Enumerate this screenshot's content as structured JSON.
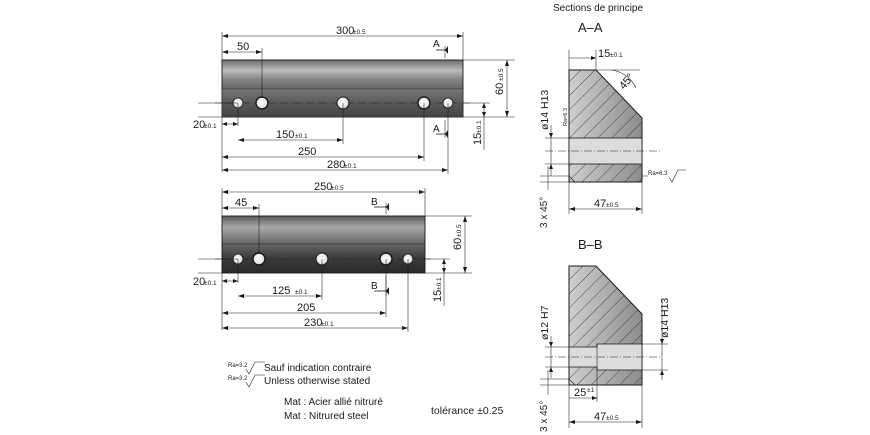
{
  "header": {
    "sections_title": "Sections de principe",
    "section_aa": "A–A",
    "section_bb": "B–B"
  },
  "top_view": {
    "len_300": "300",
    "tol_300": "±0.5",
    "dim_50": "50",
    "dim_60": "60",
    "tol_60": "±0.5",
    "dim_20": "20",
    "tol_20": "±0.1",
    "dim_150": "150",
    "tol_150": "±0.1",
    "dim_250": "250",
    "dim_280": "280",
    "tol_280": "±0.1",
    "dim_15": "15",
    "tol_15": "±0.1",
    "cut_a": "A"
  },
  "bottom_view": {
    "len_250": "250",
    "tol_250": "±0.5",
    "dim_45": "45",
    "dim_60": "60",
    "tol_60": "±0.5",
    "dim_20": "20",
    "tol_20": "±0.1",
    "dim_125": "125",
    "tol_125": "±0.1",
    "dim_205": "205",
    "dim_230": "230",
    "tol_230": "±0.1",
    "dim_15": "15",
    "tol_15": "±0.1",
    "cut_b": "B"
  },
  "section_aa_dims": {
    "d15": "15",
    "t15": "±0.1",
    "angle": "45°",
    "bore": "ø14 H13",
    "ra_small": "Ra=6.3",
    "ra_right": "Ra=6.3",
    "d47": "47",
    "t47": "±0.5",
    "chamfer": "3 x 45°"
  },
  "section_bb_dims": {
    "bore_left": "ø12 H7",
    "bore_right": "ø14 H13",
    "d25": "25",
    "t25": "±1",
    "d47": "47",
    "t47": "±0.5",
    "chamfer": "3 x 45°"
  },
  "notes": {
    "ra_label": "Ra=3.2",
    "ra_label2": "Ra=3.2",
    "line1": "Sauf indication contraire",
    "line2": "Unless otherwise stated",
    "mat1": "Mat : Acier allié nitruré",
    "mat2": "Mat : Nitrured steel",
    "tolerance": "tolérance ±0.25"
  },
  "colors": {
    "ink": "#1a1a1a",
    "steel_dark": "#5a5a5a",
    "steel_light": "#d4d4d4"
  }
}
